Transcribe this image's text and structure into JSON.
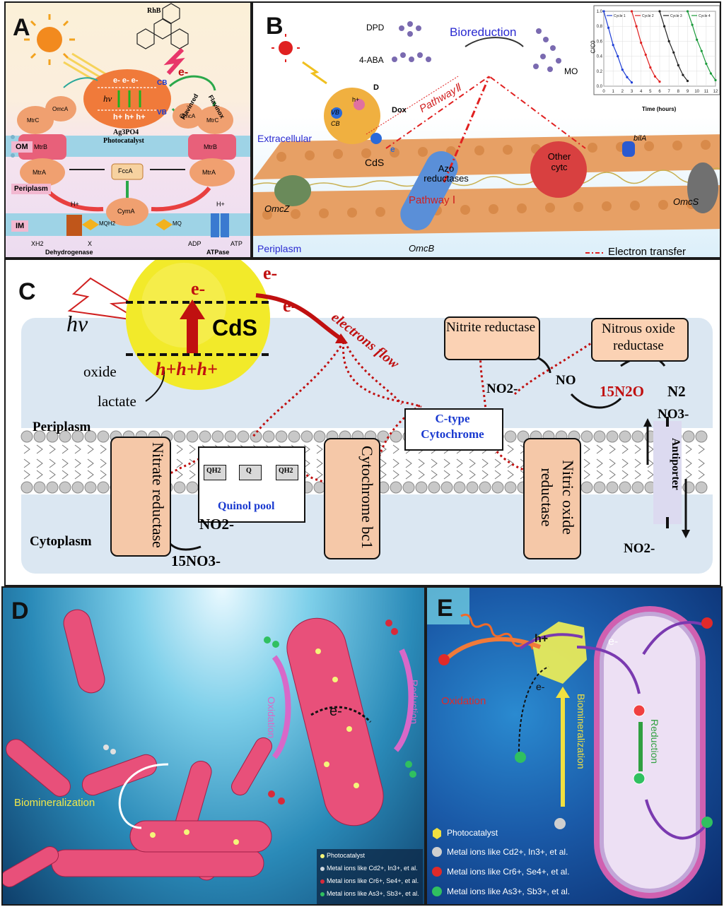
{
  "panels": {
    "A": {
      "label": "A",
      "rhb": "RhB",
      "e_minus": "e-",
      "cb": "CB",
      "vb": "VB",
      "hv": "hν",
      "e_row": "e- e- e-",
      "h_row": "h+ h+ h+",
      "catalyst": "Ag3PO4",
      "catalyst_sub": "Photocatalyst",
      "flavin_red": "Flavinred",
      "flavin_ox": "Flavinox",
      "om": "OM",
      "periplasm": "Periplasm",
      "im": "IM",
      "mtrc": "MtrC",
      "omca": "OmcA",
      "mtrb": "MtrB",
      "mtra": "MtrA",
      "fcca": "FccA",
      "cyma": "CymA",
      "mqh2": "MQH2",
      "mq": "MQ",
      "xh2": "XH2",
      "x": "X",
      "dehydrogenase": "Dehydrogenase",
      "h_plus": "H+",
      "adp": "ADP",
      "atp": "ATP",
      "atpase": "ATPase"
    },
    "B": {
      "label": "B",
      "dpd": "DPD",
      "aba": "4-ABA",
      "bioreduction": "Bioreduction",
      "mo": "MO",
      "d": "D",
      "dox": "Dox",
      "pathway2": "PathwayⅡ",
      "pathway1": "Pathway Ⅰ",
      "extracellular": "Extracellular",
      "cds": "CdS",
      "azo": "Azo reductases",
      "other": "Other cytc",
      "bila": "bilA",
      "omcz": "OmcZ",
      "omcs": "OmcS",
      "omcb": "OmcB",
      "periplasm": "Periplasm",
      "legend": "Electron transfer",
      "vb": "VB",
      "cb": "CB",
      "e": "e",
      "h": "h+"
    },
    "C": {
      "label": "C",
      "hv": "hν",
      "e1": "e-",
      "e2": "e-",
      "e3": "e-",
      "cds": "CdS",
      "holes": "h+h+h+",
      "oxide": "oxide",
      "lactate": "lactate",
      "electrons_flow": "electrons flow",
      "nitrite_red": "Nitrite reductase",
      "nitrous_red": "Nitrous oxide reductase",
      "no2": "NO2-",
      "no": "NO",
      "n2o": "15N2O",
      "n2": "N2",
      "no3": "NO3-",
      "ctype": "C-type Cytochrome",
      "periplasm": "Periplasm",
      "cytoplasm": "Cytoplasm",
      "nitrate_red": "Nitrate reductase",
      "qh2": "QH2",
      "q": "Q",
      "quinol_pool": "Quinol pool",
      "cyt_bc1": "Cytochrome bc1",
      "nitric_red": "Nitric oxide reductase",
      "antiporter": "Antiporter",
      "no2_bottom": "NO2-",
      "n15no3": "15NO3-",
      "no2_out": "NO2-"
    },
    "D": {
      "label": "D",
      "e": "e-",
      "oxidation": "Oxidation",
      "reduction": "Reduction",
      "biomineralization": "Biomineralization",
      "legend": [
        "Photocatalyst",
        "Metal ions like Cd2+, In3+, et al.",
        "Metal ions like Cr6+, Se4+, et al.",
        "Metal ions like As3+, Sb3+, et al."
      ]
    },
    "E": {
      "label": "E",
      "h": "h+",
      "e1": "e-",
      "e2": "e-",
      "oxidation": "Oxidation",
      "biomineralization": "Biomineralization",
      "reduction": "Reduction",
      "legend": [
        "Photocatalyst",
        "Metal ions like Cd2+, In3+, et al.",
        "Metal ions like Cr6+, Se4+, et al.",
        "Metal ions like As3+, Sb3+, et al."
      ]
    }
  },
  "inset_chart": {
    "xlabel": "Time (hours)",
    "ylabel": "C/C0",
    "x_ticks": [
      "0",
      "1",
      "2",
      "3",
      "4",
      "5",
      "6",
      "7",
      "8",
      "9",
      "10",
      "11",
      "12"
    ],
    "y_ticks": [
      "0.0",
      "0.2",
      "0.4",
      "0.6",
      "0.8",
      "1.0"
    ],
    "legend": [
      "Cycle 1",
      "Cycle 2",
      "Cycle 3",
      "Cycle 4"
    ]
  },
  "chart_data": {
    "type": "line",
    "xlabel": "Time (hours)",
    "ylabel": "C/C0",
    "xlim": [
      0,
      12
    ],
    "ylim": [
      0,
      1
    ],
    "series": [
      {
        "name": "Cycle 1",
        "color": "#1f3fd6",
        "x": [
          0,
          0.5,
          1,
          1.5,
          2,
          2.5,
          3
        ],
        "y": [
          1.0,
          0.78,
          0.55,
          0.4,
          0.22,
          0.12,
          0.05
        ]
      },
      {
        "name": "Cycle 2",
        "color": "#e02020",
        "x": [
          3,
          3.5,
          4,
          4.5,
          5,
          5.5,
          6
        ],
        "y": [
          1.0,
          0.8,
          0.58,
          0.42,
          0.25,
          0.13,
          0.06
        ]
      },
      {
        "name": "Cycle 3",
        "color": "#222222",
        "x": [
          6,
          6.5,
          7,
          7.5,
          8,
          8.5,
          9
        ],
        "y": [
          1.0,
          0.8,
          0.6,
          0.45,
          0.28,
          0.15,
          0.07
        ]
      },
      {
        "name": "Cycle 4",
        "color": "#1a9a3a",
        "x": [
          9,
          9.5,
          10,
          10.5,
          11,
          11.5,
          12
        ],
        "y": [
          1.0,
          0.82,
          0.62,
          0.47,
          0.3,
          0.17,
          0.08
        ]
      }
    ]
  }
}
